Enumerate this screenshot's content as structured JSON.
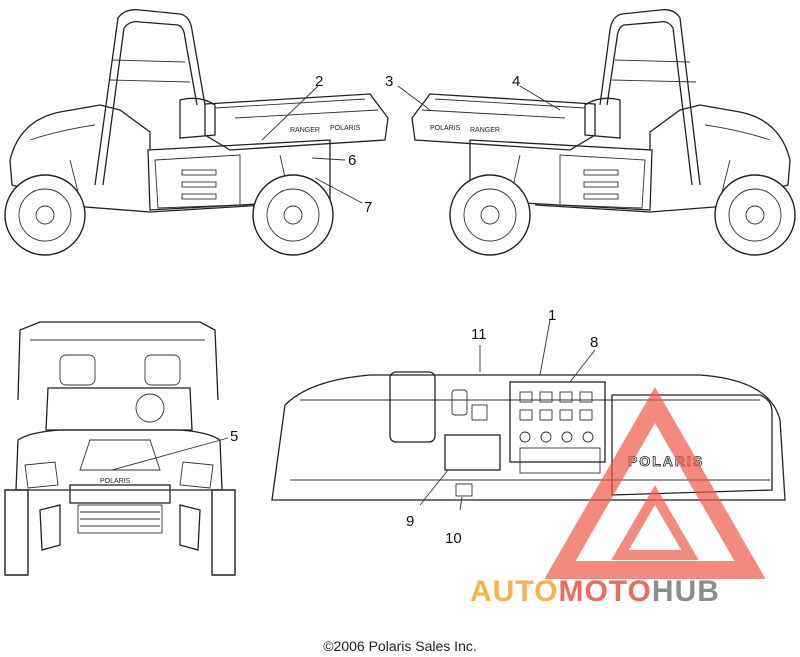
{
  "callouts": {
    "c1": "1",
    "c2": "2",
    "c3": "3",
    "c4": "4",
    "c5": "5",
    "c6": "6",
    "c7": "7",
    "c8": "8",
    "c9": "9",
    "c10": "10",
    "c11": "11"
  },
  "decals": {
    "ranger_left": "RANGER",
    "polaris_left": "POLARIS",
    "ranger_right": "RANGER",
    "polaris_right": "POLARIS",
    "polaris_front": "POLARIS",
    "polaris_dash": "POLARIS"
  },
  "watermark": {
    "part1": "AUTO",
    "part2": "MOTO",
    "part3": "HUB",
    "color_auto": "#f6b24b",
    "color_moto": "#ef6a5a",
    "color_hub": "#8d8d8d"
  },
  "copyright": "©2006 Polaris Sales Inc."
}
